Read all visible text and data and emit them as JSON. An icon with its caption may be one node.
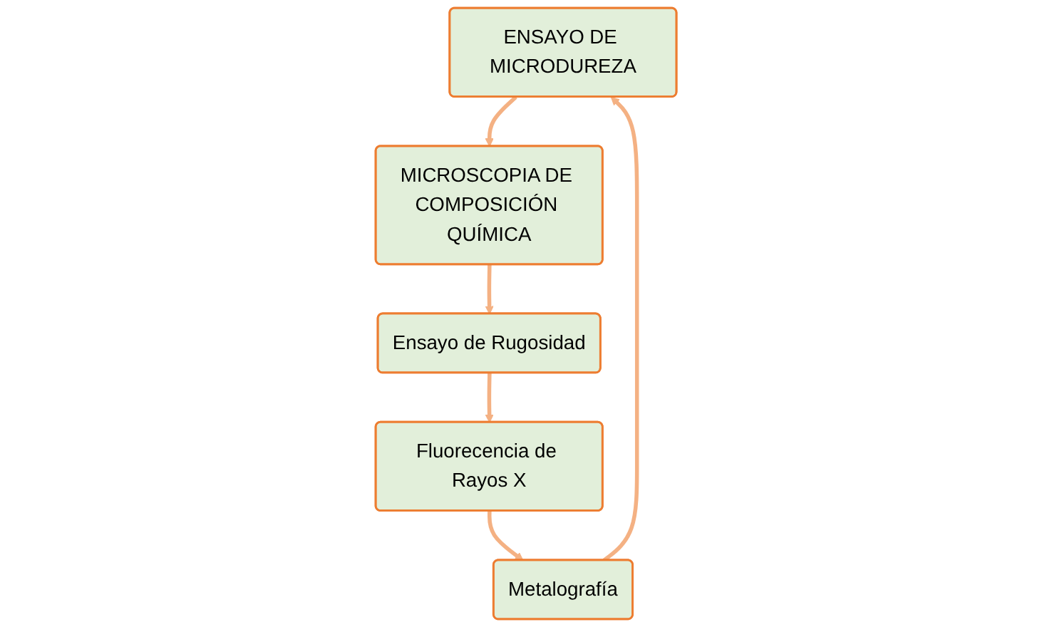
{
  "diagram": {
    "nodes": [
      {
        "text": [
          "ENSAYO DE MICRODUREZA"
        ]
      },
      {
        "text": [
          "MICROSCOPIA DE COMPOSICIÓN QUÍMICA"
        ]
      },
      {
        "text": [
          "Ensayo de Rugosidad"
        ]
      },
      {
        "text": [
          "Fluorecencia de Rayos X"
        ]
      },
      {
        "text": [
          "Metalografía"
        ]
      }
    ],
    "edges": [
      {
        "from": 0,
        "to": 1,
        "arrow": "to"
      },
      {
        "from": 1,
        "to": 2,
        "arrow": "to"
      },
      {
        "from": 2,
        "to": 3,
        "arrow": "to"
      },
      {
        "from": 3,
        "to": 4,
        "arrow": "to"
      },
      {
        "from": 4,
        "to": 0,
        "arrow": "to"
      }
    ]
  }
}
